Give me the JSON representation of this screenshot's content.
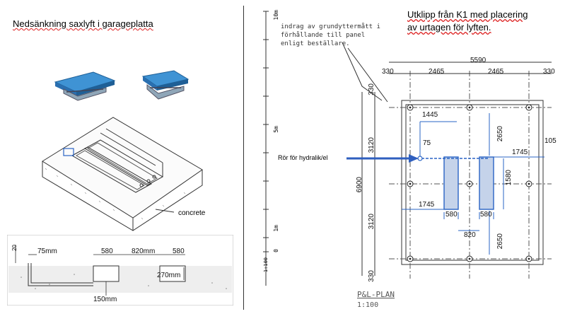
{
  "left": {
    "title": "Nedsänkning saxlyft i garageplatta",
    "iso_label": "concrete",
    "section": {
      "dims": [
        "75mm",
        "580",
        "820mm",
        "580",
        "270mm",
        "150mm"
      ],
      "small_v": "20"
    }
  },
  "right": {
    "note": [
      "indrag av grundyttermått i",
      "förhållande till panel",
      "enligt beställare."
    ],
    "title": [
      "Utklipp från K1 med placering",
      "av urtagen för lyften."
    ],
    "scale_labels": [
      "10m",
      "5m",
      "1m",
      "0",
      "1:100"
    ],
    "pipe_label": "Rör för hydralik/el",
    "plan_label": "P&L-PLAN",
    "plan_scale": "1:100",
    "top_dims": [
      "5590",
      "330",
      "2465",
      "2465",
      "330"
    ],
    "left_dims": [
      "330",
      "3120",
      "6900",
      "3120",
      "330"
    ],
    "inner_dims": {
      "d1445": "1445",
      "d75": "75",
      "d2650a": "2650",
      "d1745a": "1745",
      "d105": "105",
      "d1580": "1580",
      "d1745b": "1745",
      "d580a": "580",
      "d580b": "580",
      "d820": "820",
      "d2650b": "2650"
    }
  },
  "colors": {
    "accent_blue": "#2a64c5",
    "lift_fill": "#c5d3ea",
    "lift_blue": "#2f86c6"
  }
}
